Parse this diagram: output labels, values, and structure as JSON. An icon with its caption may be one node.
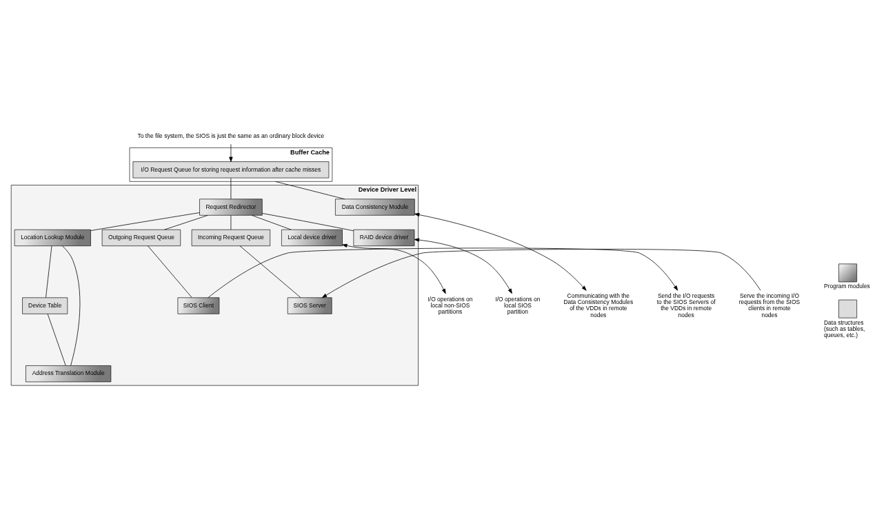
{
  "diagram": {
    "nodes": [
      {
        "text": [
          "To the file system, the SIOS is just the same as an ordinary block device"
        ]
      },
      {
        "text": [
          "Buffer Cache"
        ]
      },
      {
        "text": [
          "I/O Request Queue for storing request information after cache misses"
        ],
        "in": 1
      },
      {
        "text": [
          "Device Driver Level"
        ]
      },
      {
        "text": [
          "Request Redirector"
        ],
        "in": 3
      },
      {
        "text": [
          "Location Lookup Module"
        ],
        "in": 3
      },
      {
        "text": [
          "Data Consistency Module"
        ],
        "in": 3
      },
      {
        "text": [
          "Local device driver"
        ],
        "in": 3
      },
      {
        "text": [
          "RAID device driver"
        ],
        "in": 3
      },
      {
        "text": [
          "Outgoing Request Queue"
        ],
        "in": 3
      },
      {
        "text": [
          "Incoming Request Queue"
        ],
        "in": 3
      },
      {
        "text": [
          "Device Table"
        ],
        "in": 3
      },
      {
        "text": [
          "Address Translation Module"
        ],
        "in": 3
      },
      {
        "text": [
          "SIOS Client"
        ],
        "in": 3
      },
      {
        "text": [
          "SIOS Server"
        ],
        "in": 3
      },
      {
        "text": [
          "I/O operations on local non-SIOS partitions"
        ]
      },
      {
        "text": [
          "I/O operations on local SIOS partition"
        ]
      },
      {
        "text": [
          "Send the I/O requests to the SIOS Servers of the VDDs in remote nodes"
        ]
      },
      {
        "text": [
          "Serve the incoming I/O requests from the SIOS clients in remote nodes"
        ]
      },
      {
        "text": [
          "Communicating with the Data Consistency Modules of the VDDs in remote nodes"
        ]
      }
    ],
    "edges": [
      {
        "from": 0,
        "to": 2,
        "arrow": "to"
      },
      {
        "from": 2,
        "to": 4,
        "arrow": "none"
      },
      {
        "from": 4,
        "to": 5,
        "arrow": "none"
      },
      {
        "from": 4,
        "to": 7,
        "arrow": "none"
      },
      {
        "from": 4,
        "to": 8,
        "arrow": "none"
      },
      {
        "from": 4,
        "to": 9,
        "arrow": "none"
      },
      {
        "from": 4,
        "to": 10,
        "arrow": "none"
      },
      {
        "from": 5,
        "to": 11,
        "arrow": "none"
      },
      {
        "from": 11,
        "to": 12,
        "arrow": "none"
      },
      {
        "from": 5,
        "to": 12,
        "arrow": "none"
      },
      {
        "from": 9,
        "to": 13,
        "arrow": "none"
      },
      {
        "from": 10,
        "to": 14,
        "arrow": "none"
      },
      {
        "from": 6,
        "to": 1,
        "arrow": "none"
      },
      {
        "from": 7,
        "to": 15,
        "arrow": "both"
      },
      {
        "from": 8,
        "to": 16,
        "arrow": "both"
      },
      {
        "from": 13,
        "to": 17,
        "arrow": "to"
      },
      {
        "from": 18,
        "to": 14,
        "arrow": "to"
      },
      {
        "from": 6,
        "to": 19,
        "arrow": "both"
      }
    ],
    "legend": [
      {
        "text": "Program modules"
      },
      {
        "text": "Data structures (such as tables, queues, etc.)"
      }
    ]
  }
}
